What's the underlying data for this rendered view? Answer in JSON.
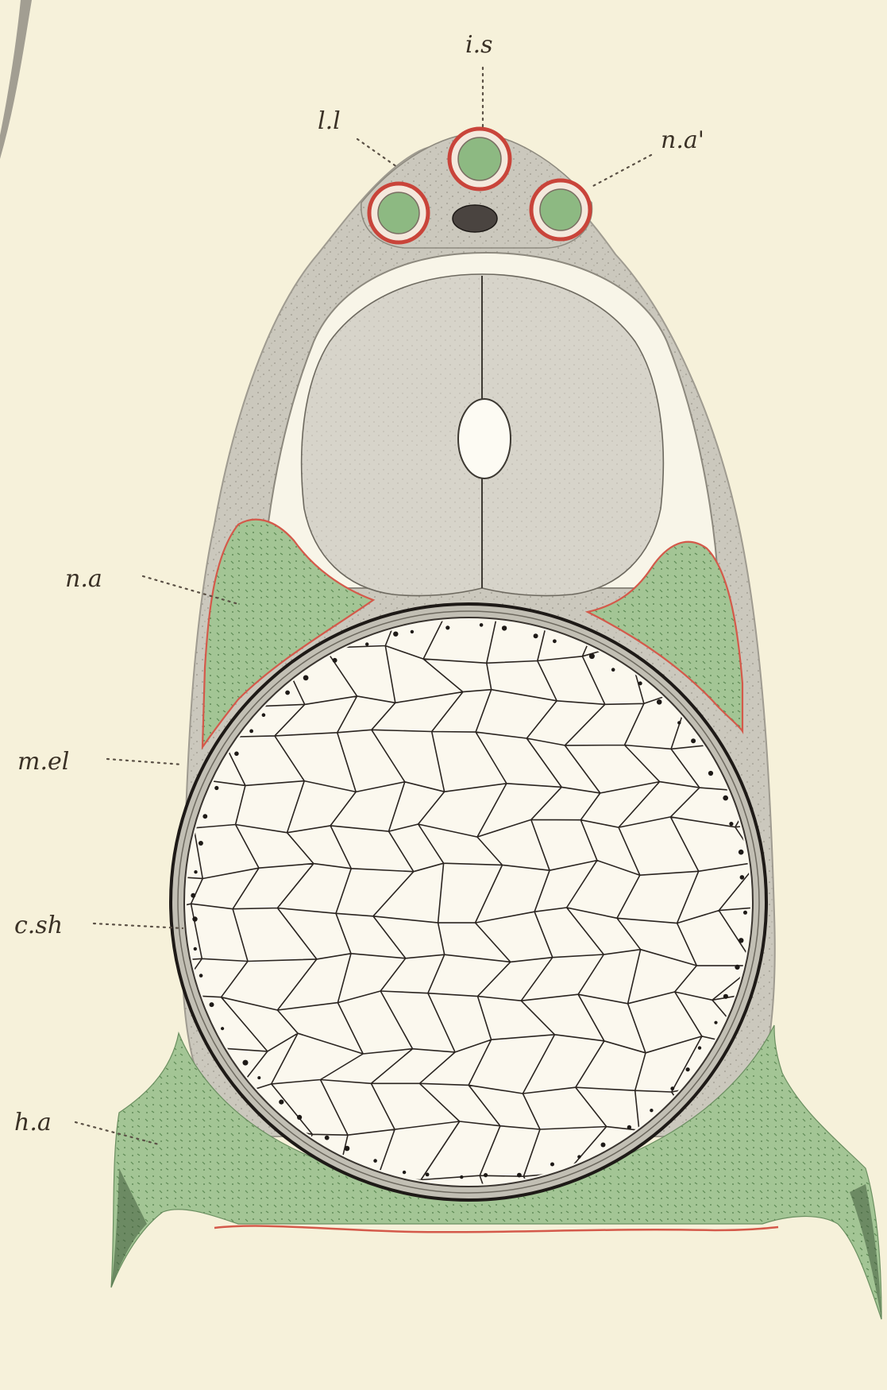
{
  "labels": {
    "is": "i.s",
    "ll": "l.l",
    "na_prime": "n.a'",
    "na": "n.a",
    "mel": "m.el",
    "csh": "c.sh",
    "ha": "h.a"
  },
  "colors": {
    "paper": "#f6f1da",
    "cartilage_green": "#a3c595",
    "tissue_grey": "#cbc8bd",
    "spinal_cord_grey": "#d7d4ca",
    "red_outline": "#d4594a",
    "cell_wall": "#2a2420",
    "cell_fill": "#fbf8ee"
  }
}
